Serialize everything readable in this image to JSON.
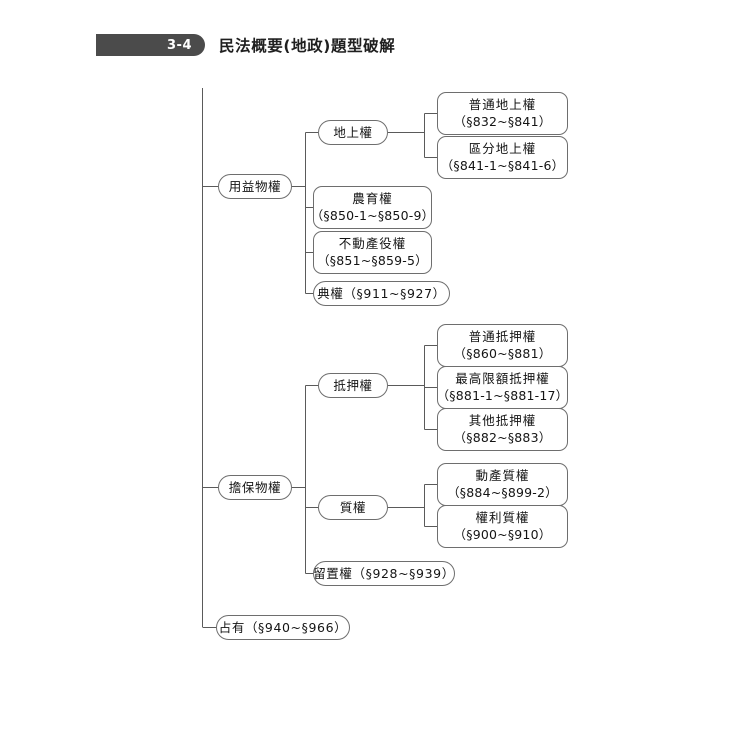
{
  "header": {
    "chapter_badge": "3-4",
    "title": "民法概要(地政)題型破解"
  },
  "diagram": {
    "type": "tree",
    "orientation": "left-to-right",
    "root_trunk_visible": true,
    "level1": [
      {
        "id": "usufruct",
        "label": "用益物權",
        "shape": "pill"
      },
      {
        "id": "security",
        "label": "擔保物權",
        "shape": "pill"
      },
      {
        "id": "possession",
        "label": "占有（§940~§966）",
        "shape": "pill"
      }
    ],
    "level2": [
      {
        "id": "superficies",
        "label": "地上權",
        "shape": "pill",
        "parent": "usufruct"
      },
      {
        "id": "farming",
        "line1": "農育權",
        "line2": "（§850-1~§850-9）",
        "shape": "box",
        "parent": "usufruct"
      },
      {
        "id": "servitude",
        "line1": "不動產役權",
        "line2": "（§851~§859-5）",
        "shape": "box",
        "parent": "usufruct"
      },
      {
        "id": "dian",
        "label": "典權（§911~§927）",
        "shape": "pill",
        "parent": "usufruct"
      },
      {
        "id": "mortgage",
        "label": "抵押權",
        "shape": "pill",
        "parent": "security"
      },
      {
        "id": "pledge",
        "label": "質權",
        "shape": "pill",
        "parent": "security"
      },
      {
        "id": "lien",
        "label": "留置權（§928~§939）",
        "shape": "pill",
        "parent": "security"
      }
    ],
    "level3": [
      {
        "id": "ordinary-superficies",
        "line1": "普通地上權",
        "line2": "（§832~§841）",
        "parent": "superficies"
      },
      {
        "id": "stratified-superficies",
        "line1": "區分地上權",
        "line2": "（§841-1~§841-6）",
        "parent": "superficies"
      },
      {
        "id": "ordinary-mortgage",
        "line1": "普通抵押權",
        "line2": "（§860~§881）",
        "parent": "mortgage"
      },
      {
        "id": "max-amount-mortgage",
        "line1": "最高限額抵押權",
        "line2": "（§881-1~§881-17）",
        "parent": "mortgage"
      },
      {
        "id": "other-mortgage",
        "line1": "其他抵押權",
        "line2": "（§882~§883）",
        "parent": "mortgage"
      },
      {
        "id": "chattel-pledge",
        "line1": "動產質權",
        "line2": "（§884~§899-2）",
        "parent": "pledge"
      },
      {
        "id": "rights-pledge",
        "line1": "權利質權",
        "line2": "（§900~§910）",
        "parent": "pledge"
      }
    ]
  },
  "colors": {
    "badge_background": "#4b4b4b",
    "badge_text": "#ffffff",
    "node_border": "#6e6e6e",
    "connector": "#5a5a5a",
    "text": "#141414",
    "page_background": "#ffffff"
  }
}
